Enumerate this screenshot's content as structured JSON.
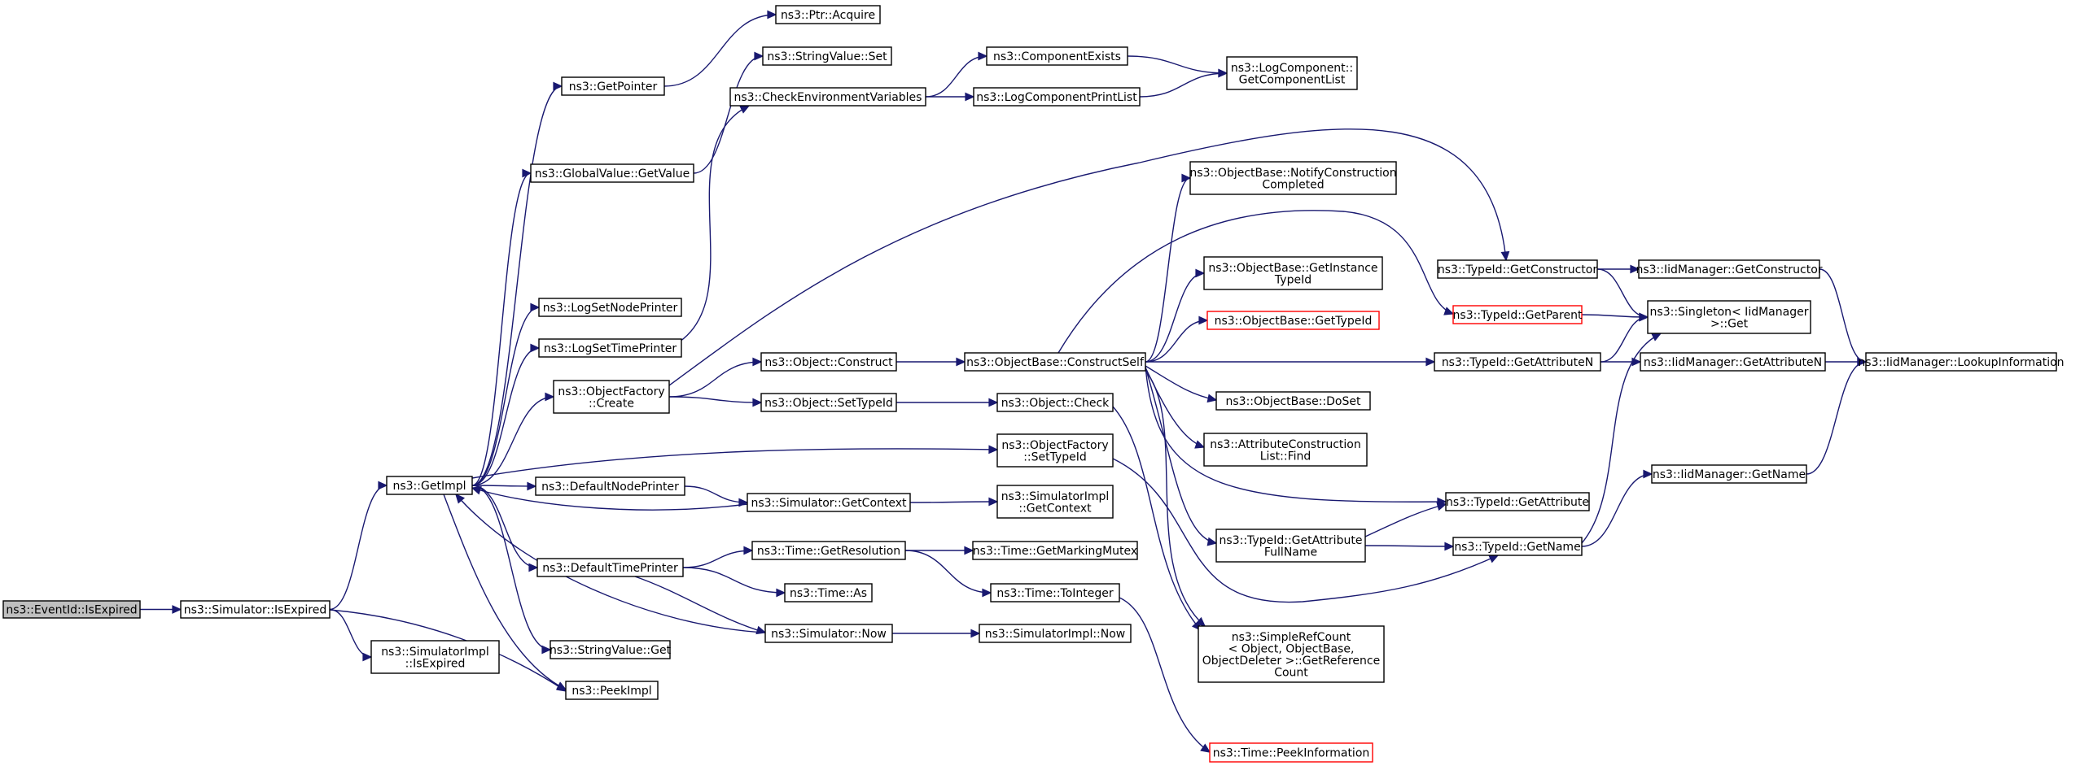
{
  "graph": {
    "colors": {
      "edge": "#191970",
      "node_border": "#000000",
      "node_fill": "#ffffff",
      "root_fill": "#bfbfbf",
      "highlight_border": "#ff0000"
    },
    "nodes": [
      {
        "id": "eventid_isexpired",
        "lines": [
          "ns3::EventId::IsExpired"
        ],
        "style": "root"
      },
      {
        "id": "simulator_isexpired",
        "lines": [
          "ns3::Simulator::IsExpired"
        ]
      },
      {
        "id": "simulatorimpl_isexpired",
        "lines": [
          "ns3::SimulatorImpl",
          "::IsExpired"
        ]
      },
      {
        "id": "getimpl",
        "lines": [
          "ns3::GetImpl"
        ]
      },
      {
        "id": "peekimpl",
        "lines": [
          "ns3::PeekImpl"
        ]
      },
      {
        "id": "getpointer",
        "lines": [
          "ns3::GetPointer"
        ]
      },
      {
        "id": "ptr_acquire",
        "lines": [
          "ns3::Ptr::Acquire"
        ]
      },
      {
        "id": "globalvalue_getvalue",
        "lines": [
          "ns3::GlobalValue::GetValue"
        ]
      },
      {
        "id": "stringvalue_set",
        "lines": [
          "ns3::StringValue::Set"
        ]
      },
      {
        "id": "logsetnodeprinter",
        "lines": [
          "ns3::LogSetNodePrinter"
        ]
      },
      {
        "id": "logsettimeprinter",
        "lines": [
          "ns3::LogSetTimePrinter"
        ]
      },
      {
        "id": "checkenv",
        "lines": [
          "ns3::CheckEnvironmentVariables"
        ]
      },
      {
        "id": "componentexists",
        "lines": [
          "ns3::ComponentExists"
        ]
      },
      {
        "id": "logcomponentprintlist",
        "lines": [
          "ns3::LogComponentPrintList"
        ]
      },
      {
        "id": "getcomponentlist",
        "lines": [
          "ns3::LogComponent::",
          "GetComponentList"
        ]
      },
      {
        "id": "objectfactory_create",
        "lines": [
          "ns3::ObjectFactory",
          "::Create"
        ]
      },
      {
        "id": "object_construct",
        "lines": [
          "ns3::Object::Construct"
        ]
      },
      {
        "id": "object_settypeid",
        "lines": [
          "ns3::Object::SetTypeId"
        ]
      },
      {
        "id": "objectbase_constructself",
        "lines": [
          "ns3::ObjectBase::ConstructSelf"
        ]
      },
      {
        "id": "object_check",
        "lines": [
          "ns3::Object::Check"
        ]
      },
      {
        "id": "notifyconstruction",
        "lines": [
          "ns3::ObjectBase::NotifyConstruction",
          "Completed"
        ]
      },
      {
        "id": "getinstancetypeid",
        "lines": [
          "ns3::ObjectBase::GetInstance",
          "TypeId"
        ]
      },
      {
        "id": "objectbase_gettypeid",
        "lines": [
          "ns3::ObjectBase::GetTypeId"
        ],
        "style": "red"
      },
      {
        "id": "objectbase_doset",
        "lines": [
          "ns3::ObjectBase::DoSet"
        ]
      },
      {
        "id": "attributeconstructionlist_find",
        "lines": [
          "ns3::AttributeConstruction",
          "List::Find"
        ]
      },
      {
        "id": "typeid_getconstructor",
        "lines": [
          "ns3::TypeId::GetConstructor"
        ]
      },
      {
        "id": "iidmanager_getconstructor",
        "lines": [
          "ns3::IidManager::GetConstructor"
        ]
      },
      {
        "id": "typeid_getparent",
        "lines": [
          "ns3::TypeId::GetParent"
        ],
        "style": "red"
      },
      {
        "id": "singleton_get",
        "lines": [
          "ns3::Singleton< IidManager",
          " >::Get"
        ]
      },
      {
        "id": "typeid_getattributen",
        "lines": [
          "ns3::TypeId::GetAttributeN"
        ]
      },
      {
        "id": "iidmanager_getattributen",
        "lines": [
          "ns3::IidManager::GetAttributeN"
        ]
      },
      {
        "id": "lookupinformation",
        "lines": [
          "ns3::IidManager::LookupInformation"
        ]
      },
      {
        "id": "defaultnodeprinter",
        "lines": [
          "ns3::DefaultNodePrinter"
        ]
      },
      {
        "id": "simulator_getcontext",
        "lines": [
          "ns3::Simulator::GetContext"
        ]
      },
      {
        "id": "simulatorimpl_getcontext",
        "lines": [
          "ns3::SimulatorImpl",
          "::GetContext"
        ]
      },
      {
        "id": "objectfactory_settypeid",
        "lines": [
          "ns3::ObjectFactory",
          "::SetTypeId"
        ]
      },
      {
        "id": "iidmanager_getname",
        "lines": [
          "ns3::IidManager::GetName"
        ]
      },
      {
        "id": "typeid_getattribute",
        "lines": [
          "ns3::TypeId::GetAttribute"
        ]
      },
      {
        "id": "typeid_getattributefullname",
        "lines": [
          "ns3::TypeId::GetAttribute",
          "FullName"
        ]
      },
      {
        "id": "typeid_getname",
        "lines": [
          "ns3::TypeId::GetName"
        ]
      },
      {
        "id": "defaulttimeprinter",
        "lines": [
          "ns3::DefaultTimePrinter"
        ]
      },
      {
        "id": "time_getresolution",
        "lines": [
          "ns3::Time::GetResolution"
        ]
      },
      {
        "id": "time_getmarkingmutex",
        "lines": [
          "ns3::Time::GetMarkingMutex"
        ]
      },
      {
        "id": "time_as",
        "lines": [
          "ns3::Time::As"
        ]
      },
      {
        "id": "time_tointeger",
        "lines": [
          "ns3::Time::ToInteger"
        ]
      },
      {
        "id": "simulator_now",
        "lines": [
          "ns3::Simulator::Now"
        ]
      },
      {
        "id": "simulatorimpl_now",
        "lines": [
          "ns3::SimulatorImpl::Now"
        ]
      },
      {
        "id": "stringvalue_get",
        "lines": [
          "ns3::StringValue::Get"
        ]
      },
      {
        "id": "simplerefcount",
        "lines": [
          "ns3::SimpleRefCount",
          "< Object, ObjectBase,",
          " ObjectDeleter >::GetReference",
          "Count"
        ]
      },
      {
        "id": "time_peekinformation",
        "lines": [
          "ns3::Time::PeekInformation"
        ],
        "style": "red"
      }
    ],
    "edges": [
      {
        "from": "eventid_isexpired",
        "to": "simulator_isexpired"
      },
      {
        "from": "simulator_isexpired",
        "to": "getimpl"
      },
      {
        "from": "simulator_isexpired",
        "to": "simulatorimpl_isexpired"
      },
      {
        "from": "simulator_isexpired",
        "to": "peekimpl"
      },
      {
        "from": "getimpl",
        "to": "getpointer"
      },
      {
        "from": "getimpl",
        "to": "globalvalue_getvalue"
      },
      {
        "from": "getimpl",
        "to": "logsetnodeprinter"
      },
      {
        "from": "getimpl",
        "to": "logsettimeprinter"
      },
      {
        "from": "getimpl",
        "to": "objectfactory_create"
      },
      {
        "from": "getimpl",
        "to": "objectfactory_settypeid"
      },
      {
        "from": "getimpl",
        "to": "defaultnodeprinter"
      },
      {
        "from": "getimpl",
        "to": "defaulttimeprinter"
      },
      {
        "from": "getimpl",
        "to": "stringvalue_get"
      },
      {
        "from": "getimpl",
        "to": "peekimpl"
      },
      {
        "from": "getpointer",
        "to": "ptr_acquire"
      },
      {
        "from": "globalvalue_getvalue",
        "to": "stringvalue_set"
      },
      {
        "from": "logsettimeprinter",
        "to": "checkenv"
      },
      {
        "from": "checkenv",
        "to": "componentexists"
      },
      {
        "from": "checkenv",
        "to": "logcomponentprintlist"
      },
      {
        "from": "componentexists",
        "to": "getcomponentlist"
      },
      {
        "from": "logcomponentprintlist",
        "to": "getcomponentlist"
      },
      {
        "from": "objectfactory_create",
        "to": "typeid_getconstructor"
      },
      {
        "from": "objectfactory_create",
        "to": "object_construct"
      },
      {
        "from": "objectfactory_create",
        "to": "object_settypeid"
      },
      {
        "from": "object_construct",
        "to": "objectbase_constructself"
      },
      {
        "from": "object_settypeid",
        "to": "object_check"
      },
      {
        "from": "objectbase_constructself",
        "to": "notifyconstruction"
      },
      {
        "from": "objectbase_constructself",
        "to": "typeid_getparent"
      },
      {
        "from": "objectbase_constructself",
        "to": "getinstancetypeid"
      },
      {
        "from": "objectbase_constructself",
        "to": "objectbase_gettypeid"
      },
      {
        "from": "objectbase_constructself",
        "to": "typeid_getattributen"
      },
      {
        "from": "objectbase_constructself",
        "to": "objectbase_doset"
      },
      {
        "from": "objectbase_constructself",
        "to": "attributeconstructionlist_find"
      },
      {
        "from": "objectbase_constructself",
        "to": "typeid_getattribute"
      },
      {
        "from": "objectbase_constructself",
        "to": "typeid_getattributefullname"
      },
      {
        "from": "objectbase_constructself",
        "to": "simplerefcount"
      },
      {
        "from": "object_check",
        "to": "simplerefcount"
      },
      {
        "from": "typeid_getconstructor",
        "to": "iidmanager_getconstructor"
      },
      {
        "from": "typeid_getconstructor",
        "to": "singleton_get"
      },
      {
        "from": "iidmanager_getconstructor",
        "to": "lookupinformation"
      },
      {
        "from": "typeid_getparent",
        "to": "singleton_get"
      },
      {
        "from": "typeid_getattributen",
        "to": "iidmanager_getattributen"
      },
      {
        "from": "typeid_getattributen",
        "to": "singleton_get"
      },
      {
        "from": "iidmanager_getattributen",
        "to": "lookupinformation"
      },
      {
        "from": "iidmanager_getname",
        "to": "lookupinformation"
      },
      {
        "from": "defaultnodeprinter",
        "to": "simulator_getcontext"
      },
      {
        "from": "simulator_getcontext",
        "to": "getimpl"
      },
      {
        "from": "simulator_getcontext",
        "to": "simulatorimpl_getcontext"
      },
      {
        "from": "objectfactory_settypeid",
        "to": "typeid_getname"
      },
      {
        "from": "typeid_getattributefullname",
        "to": "typeid_getattribute"
      },
      {
        "from": "typeid_getattributefullname",
        "to": "typeid_getname"
      },
      {
        "from": "typeid_getname",
        "to": "iidmanager_getname"
      },
      {
        "from": "typeid_getname",
        "to": "singleton_get"
      },
      {
        "from": "defaulttimeprinter",
        "to": "time_getresolution"
      },
      {
        "from": "defaulttimeprinter",
        "to": "time_as"
      },
      {
        "from": "defaulttimeprinter",
        "to": "simulator_now"
      },
      {
        "from": "time_getresolution",
        "to": "time_getmarkingmutex"
      },
      {
        "from": "time_getresolution",
        "to": "time_tointeger"
      },
      {
        "from": "time_tointeger",
        "to": "time_peekinformation"
      },
      {
        "from": "simulator_now",
        "to": "getimpl"
      },
      {
        "from": "simulator_now",
        "to": "simulatorimpl_now"
      }
    ]
  }
}
